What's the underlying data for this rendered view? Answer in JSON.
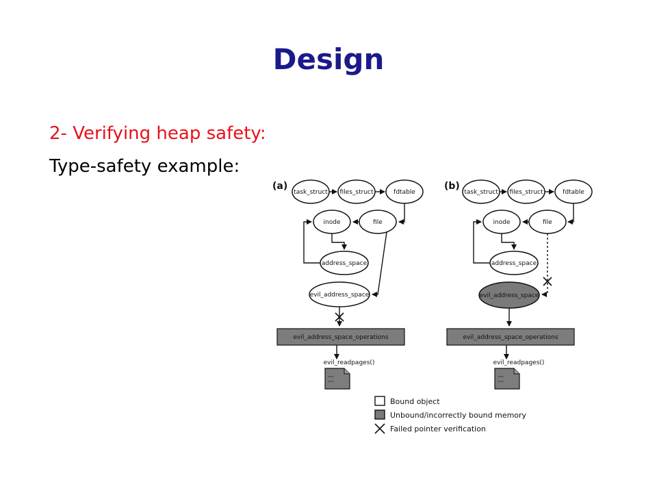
{
  "slide": {
    "title": "Design",
    "subtitle": "2- Verifying heap safety:",
    "body_line": "Type-safety example:"
  },
  "diagram": {
    "panel_a_label": "(a)",
    "panel_b_label": "(b)",
    "nodes": {
      "task_struct": "task_struct",
      "files_struct": "files_struct",
      "fdtable": "fdtable",
      "inode": "inode",
      "file": "file",
      "address_space": "address_space",
      "evil_address_space": "evil_address_space",
      "evil_ops": "evil_address_space_operations",
      "evil_readpages": "evil_readpages()"
    },
    "legend": {
      "bound": "Bound object",
      "unbound": "Unbound/incorrectly bound memory",
      "failed": "Failed pointer verification"
    },
    "colors": {
      "unbound_fill": "#7a7a7a",
      "box_fill": "#7d7d7d",
      "title": "#1a1a8c",
      "subtitle": "#e8101a"
    }
  }
}
